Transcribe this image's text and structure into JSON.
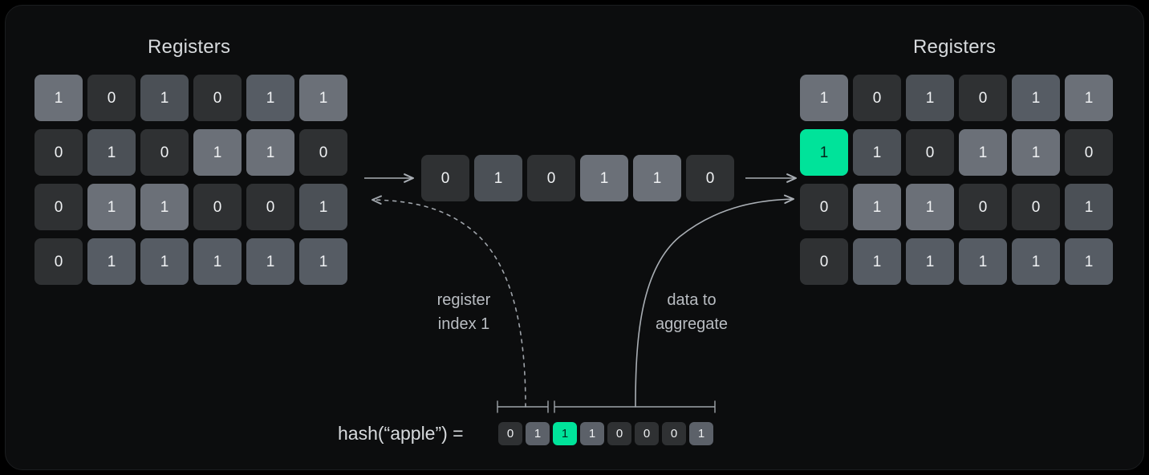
{
  "panel": {
    "background": "#0c0d0e",
    "accent_green": "#00e39a"
  },
  "left_registers": {
    "title": "Registers",
    "rows": [
      [
        "1",
        "0",
        "1",
        "0",
        "1",
        "1"
      ],
      [
        "0",
        "1",
        "0",
        "1",
        "1",
        "0"
      ],
      [
        "0",
        "1",
        "1",
        "0",
        "0",
        "1"
      ],
      [
        "0",
        "1",
        "1",
        "1",
        "1",
        "1"
      ]
    ]
  },
  "middle_register": {
    "values": [
      "0",
      "1",
      "0",
      "1",
      "1",
      "0"
    ]
  },
  "right_registers": {
    "title": "Registers",
    "rows": [
      [
        "1",
        "0",
        "1",
        "0",
        "1",
        "1"
      ],
      [
        "1",
        "1",
        "0",
        "1",
        "1",
        "0"
      ],
      [
        "0",
        "1",
        "1",
        "0",
        "0",
        "1"
      ],
      [
        "0",
        "1",
        "1",
        "1",
        "1",
        "1"
      ]
    ],
    "highlight": {
      "row": 1,
      "col": 0,
      "value": "1"
    }
  },
  "annotations": {
    "register_index": "register\nindex 1",
    "data_to_aggregate": "data to\naggregate"
  },
  "hash": {
    "label": "hash(“apple”) =",
    "bits": [
      "0",
      "1",
      "1",
      "1",
      "0",
      "0",
      "0",
      "1"
    ],
    "highlight_index": 2
  },
  "arrows": {
    "left_to_middle": "arrow-right",
    "middle_to_right": "arrow-right",
    "index_pointer": "dashed-curve-arrow-left",
    "aggregate_pointer": "solid-curve-arrow-right"
  }
}
